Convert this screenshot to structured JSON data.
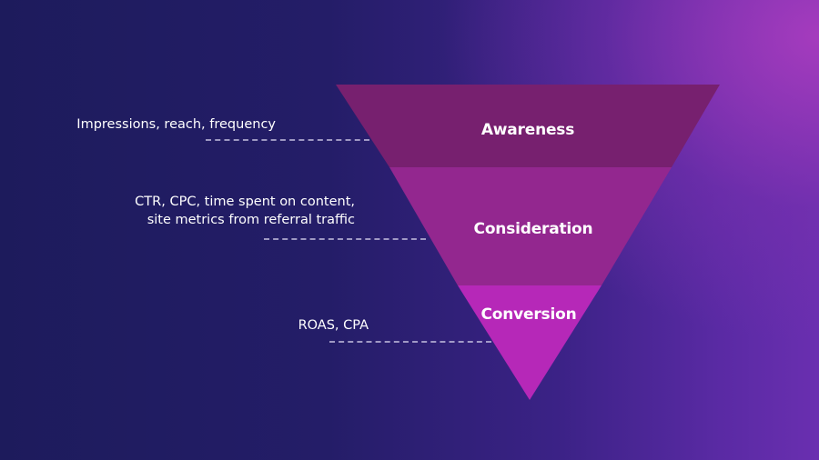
{
  "stages": [
    {
      "label": "Awareness",
      "color": "#77206f"
    },
    {
      "label": "Consideration",
      "color": "#93278f"
    },
    {
      "label": "Conversion",
      "color": "#b628b8"
    }
  ],
  "metrics": {
    "awareness": {
      "lines": [
        "Impressions, reach, frequency"
      ]
    },
    "consideration": {
      "lines": [
        "CTR, CPC, time spent on content,",
        "site metrics from referral traffic"
      ]
    },
    "conversion": {
      "lines": [
        "ROAS, CPA"
      ]
    }
  },
  "colors": {
    "background_left": "#1d1b5c",
    "background_right": "#a040b8",
    "leader_line": "#c8c3e1",
    "text": "#ffffff"
  }
}
